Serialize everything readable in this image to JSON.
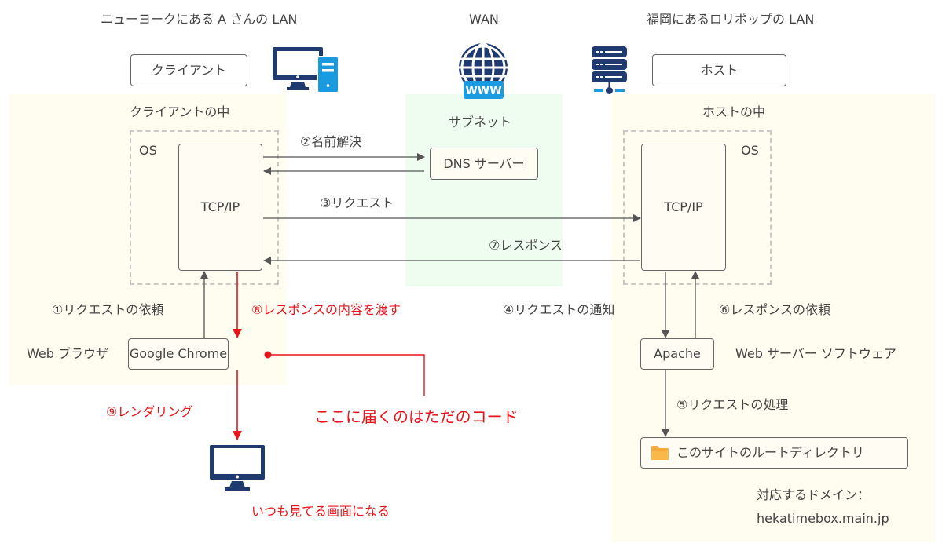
{
  "regions": {
    "client_lan_title": "ニューヨークにある A さんの LAN",
    "wan_title": "WAN",
    "host_lan_title": "福岡にあるロリポップの LAN"
  },
  "client": {
    "label": "クライアント",
    "inside_label": "クライアントの中",
    "os_label": "OS",
    "tcpip_label": "TCP/IP",
    "browser_caption": "Web ブラウザ",
    "browser_name": "Google Chrome"
  },
  "wan": {
    "subnet_label": "サブネット",
    "dns_label": "DNS サーバー",
    "www_badge": "WWW"
  },
  "host": {
    "label": "ホスト",
    "inside_label": "ホストの中",
    "os_label": "OS",
    "tcpip_label": "TCP/IP",
    "server_name": "Apache",
    "server_caption": "Web サーバー ソフトウェア",
    "root_dir_label": "このサイトのルートディレクトリ",
    "domain_caption": "対応するドメイン：",
    "domain_value": "hekatimebox.main.jp"
  },
  "steps": {
    "s1": "①リクエストの依頼",
    "s2": "②名前解決",
    "s3": "③リクエスト",
    "s4": "④リクエストの通知",
    "s5": "⑤リクエストの処理",
    "s6": "⑥レスポンスの依頼",
    "s7": "⑦レスポンス",
    "s8": "⑧レスポンスの内容を渡す",
    "s9": "⑨レンダリング"
  },
  "notes": {
    "code_note": "ここに届くのはただのコード",
    "screen_note": "いつも見てる画面になる"
  },
  "icons": {
    "client_icon": "desktop-computer-icon",
    "globe_icon": "www-globe-icon",
    "server_icon": "server-rack-icon",
    "monitor_icon": "monitor-icon",
    "folder_icon": "folder-icon"
  },
  "colors": {
    "highlight": "#e8131b",
    "navy": "#1f3a6e",
    "sky": "#1a9be0",
    "cream": "#fffcf0",
    "mint": "#eefdf0",
    "folder": "#f7a93a"
  }
}
